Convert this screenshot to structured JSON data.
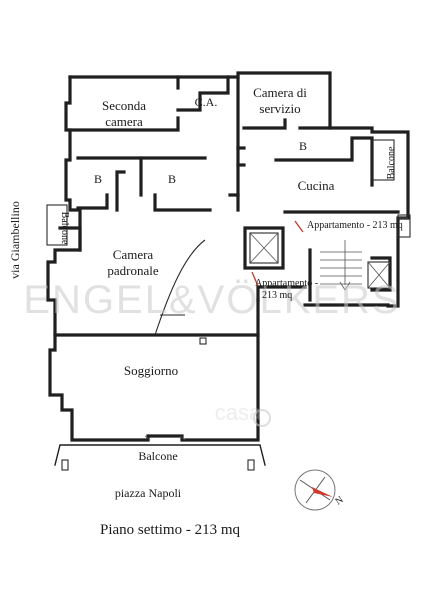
{
  "watermark": "ENGEL&VÖLKERS",
  "watermark_casa": "casa",
  "rooms": {
    "seconda_camera": [
      "Seconda",
      "camera"
    ],
    "ca": "C.A.",
    "camera_servizio": [
      "Camera di",
      "servizio"
    ],
    "bath_1": "B",
    "bath_2": "B",
    "bath_3": "B",
    "cucina": "Cucina",
    "balcone_right": "Balcone",
    "balcone_left": "Balcone",
    "camera_padronale": [
      "Camera",
      "padronale"
    ],
    "soggiorno": "Soggiorno",
    "balcone_bottom": "Balcone"
  },
  "notes": {
    "appartamento_1": "Appartamento - 213 mq",
    "appartamento_2": [
      "Appartamento -",
      "213 mq"
    ]
  },
  "streets": {
    "left": "via Giambellino",
    "bottom": "piazza Napoli"
  },
  "compass_label": "N",
  "caption": "Piano settimo - 213 mq",
  "colors": {
    "wall": "#1f1f1f",
    "note_line": "#c0392b",
    "compass_needle": "#d0392b"
  }
}
